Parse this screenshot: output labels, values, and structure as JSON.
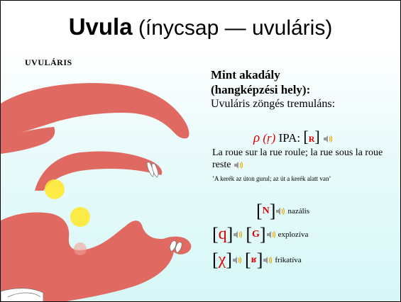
{
  "title": {
    "bold": "Uvula",
    "rest": " (ínycsap — uvuláris)"
  },
  "side_label": "UVULÁRIS",
  "info": {
    "heading_line1": "Mint akadály",
    "heading_line2": "(hangképzési hely):",
    "description": "Uvuláris zöngés tremuláns:",
    "rho": "ρ",
    "r_dot": "(ṛ)",
    "ipa_prefix": "IPA:",
    "ipa_symbol": "R"
  },
  "example": {
    "french": "La roue sur la rue roule; la rue sous la roue reste",
    "translation": "’A kerék az úton gurul; az út a kerék alatt van’"
  },
  "sounds": {
    "nasal": {
      "symbol": "N",
      "label": "nazális"
    },
    "plosive": {
      "symbol1": "q",
      "symbol2": "G",
      "label": "explozíva"
    },
    "fricative": {
      "symbol1": "χ",
      "symbol2": "ʁ",
      "label": "frikatíva"
    }
  },
  "colors": {
    "tissue": "#e06a62",
    "accent_red": "#e00000",
    "highlight": "#ffe833",
    "background": "#d6f7f7"
  },
  "icons": [
    "speaker-icon"
  ]
}
